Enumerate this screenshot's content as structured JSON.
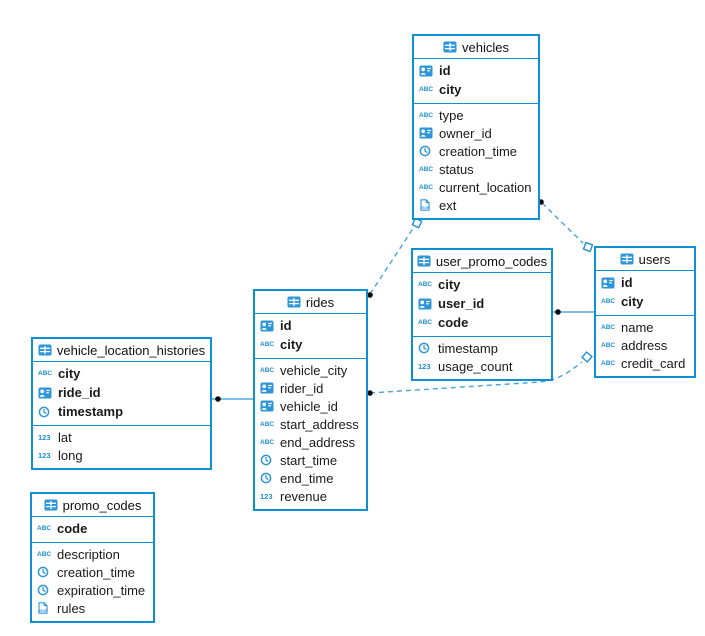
{
  "diagram": {
    "kind": "entity-relationship-diagram",
    "colors": {
      "table_border": "#1090d4",
      "icon_blue": "#2e96d8",
      "relation_line": "#2e9ad8",
      "relation_dashed": "#45a5dc",
      "endpoint_dot": "#0a0a0a",
      "text": "#1a1a1a",
      "background": "#ffffff"
    }
  },
  "glyphs": {
    "text": "ABC",
    "number": "123"
  },
  "tables": {
    "vehicles": {
      "title": "vehicles",
      "keys": [
        {
          "name": "id",
          "type": "uuid"
        },
        {
          "name": "city",
          "type": "text"
        }
      ],
      "columns": [
        {
          "name": "type",
          "type": "text"
        },
        {
          "name": "owner_id",
          "type": "uuid"
        },
        {
          "name": "creation_time",
          "type": "time"
        },
        {
          "name": "status",
          "type": "text"
        },
        {
          "name": "current_location",
          "type": "text"
        },
        {
          "name": "ext",
          "type": "json"
        }
      ]
    },
    "user_promo_codes": {
      "title": "user_promo_codes",
      "keys": [
        {
          "name": "city",
          "type": "text"
        },
        {
          "name": "user_id",
          "type": "uuid"
        },
        {
          "name": "code",
          "type": "text"
        }
      ],
      "columns": [
        {
          "name": "timestamp",
          "type": "time"
        },
        {
          "name": "usage_count",
          "type": "number"
        }
      ]
    },
    "users": {
      "title": "users",
      "keys": [
        {
          "name": "id",
          "type": "uuid"
        },
        {
          "name": "city",
          "type": "text"
        }
      ],
      "columns": [
        {
          "name": "name",
          "type": "text"
        },
        {
          "name": "address",
          "type": "text"
        },
        {
          "name": "credit_card",
          "type": "text"
        }
      ]
    },
    "rides": {
      "title": "rides",
      "keys": [
        {
          "name": "id",
          "type": "uuid"
        },
        {
          "name": "city",
          "type": "text"
        }
      ],
      "columns": [
        {
          "name": "vehicle_city",
          "type": "text"
        },
        {
          "name": "rider_id",
          "type": "uuid"
        },
        {
          "name": "vehicle_id",
          "type": "uuid"
        },
        {
          "name": "start_address",
          "type": "text"
        },
        {
          "name": "end_address",
          "type": "text"
        },
        {
          "name": "start_time",
          "type": "time"
        },
        {
          "name": "end_time",
          "type": "time"
        },
        {
          "name": "revenue",
          "type": "number"
        }
      ]
    },
    "vehicle_location_histories": {
      "title": "vehicle_location_histories",
      "keys": [
        {
          "name": "city",
          "type": "text"
        },
        {
          "name": "ride_id",
          "type": "uuid"
        },
        {
          "name": "timestamp",
          "type": "time"
        }
      ],
      "columns": [
        {
          "name": "lat",
          "type": "number"
        },
        {
          "name": "long",
          "type": "number"
        }
      ]
    },
    "promo_codes": {
      "title": "promo_codes",
      "keys": [
        {
          "name": "code",
          "type": "text"
        }
      ],
      "columns": [
        {
          "name": "description",
          "type": "text"
        },
        {
          "name": "creation_time",
          "type": "time"
        },
        {
          "name": "expiration_time",
          "type": "time"
        },
        {
          "name": "rules",
          "type": "json"
        }
      ]
    }
  },
  "relations": [
    {
      "from": "vehicle_location_histories",
      "to": "rides",
      "style": "solid"
    },
    {
      "from": "user_promo_codes",
      "to": "users",
      "style": "solid"
    },
    {
      "from": "rides",
      "to": "vehicles",
      "style": "dashed"
    },
    {
      "from": "vehicles",
      "to": "users",
      "style": "dashed"
    },
    {
      "from": "rides",
      "to": "users",
      "style": "dashed"
    }
  ]
}
